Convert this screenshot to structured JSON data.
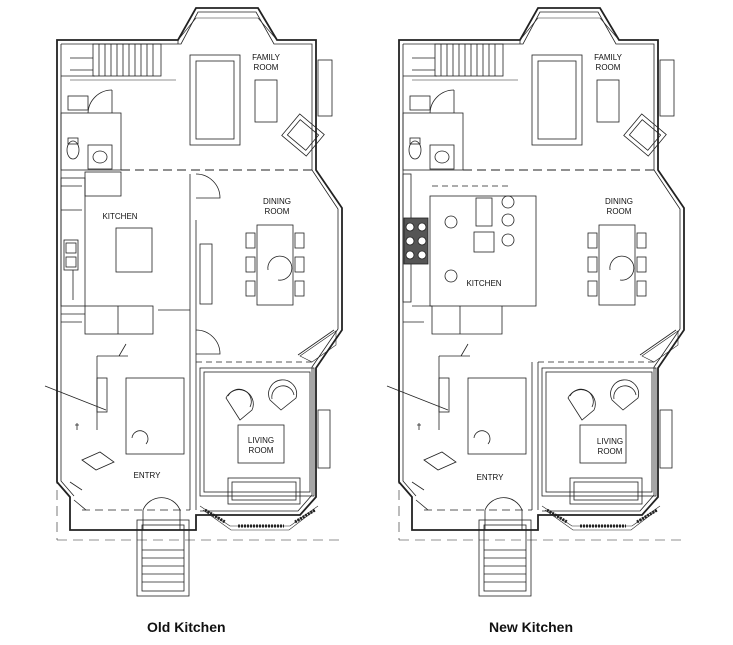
{
  "captions": {
    "old": "Old Kitchen",
    "new": "New Kitchen"
  },
  "rooms": {
    "family": [
      "FAMILY",
      "ROOM"
    ],
    "dining": [
      "DINING",
      "ROOM"
    ],
    "living": [
      "LIVING",
      "ROOM"
    ],
    "kitchen": "KITCHEN",
    "entry": "ENTRY"
  },
  "colors": {
    "line": "#222222",
    "background": "#ffffff"
  }
}
